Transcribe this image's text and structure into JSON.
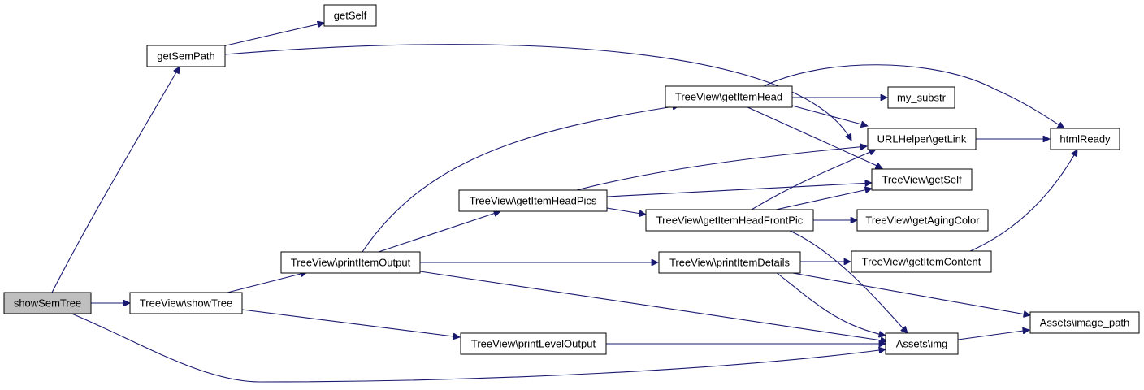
{
  "nodes": {
    "showSemTree": "showSemTree",
    "getSemPath": "getSemPath",
    "getSelf": "getSelf",
    "showTree": "TreeView\\showTree",
    "printItemOutput": "TreeView\\printItemOutput",
    "printLevelOutput": "TreeView\\printLevelOutput",
    "getItemHead": "TreeView\\getItemHead",
    "getItemHeadPics": "TreeView\\getItemHeadPics",
    "getItemHeadFrontPic": "TreeView\\getItemHeadFrontPic",
    "printItemDetails": "TreeView\\printItemDetails",
    "my_substr": "my_substr",
    "getLink": "URLHelper\\getLink",
    "tvGetSelf": "TreeView\\getSelf",
    "getAgingColor": "TreeView\\getAgingColor",
    "getItemContent": "TreeView\\getItemContent",
    "img": "Assets\\img",
    "htmlReady": "htmlReady",
    "image_path": "Assets\\image_path"
  },
  "colors": {
    "edge": "#191970",
    "root_fill": "#bfbfbf",
    "node_fill": "#ffffff",
    "node_stroke": "#000000"
  }
}
